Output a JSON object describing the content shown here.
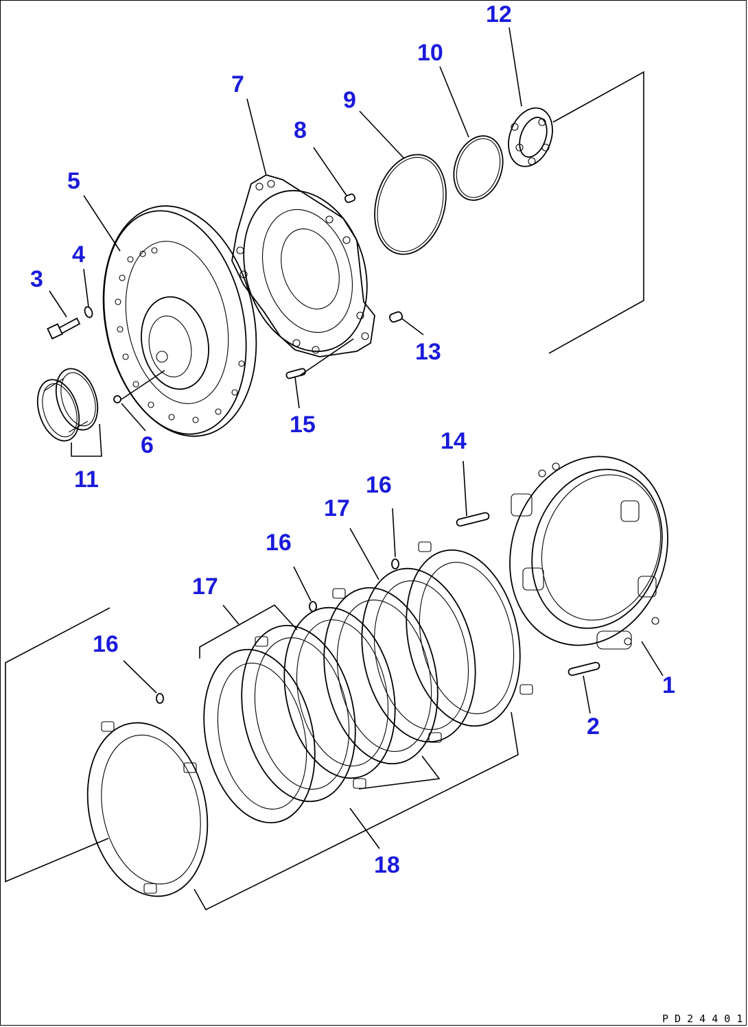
{
  "diagram": {
    "callout_color": "#1a1adb",
    "line_color": "#000000",
    "callouts": {
      "c1": "1",
      "c2": "2",
      "c3": "3",
      "c4": "4",
      "c5": "5",
      "c6": "6",
      "c7": "7",
      "c8": "8",
      "c9": "9",
      "c10": "10",
      "c11": "11",
      "c12": "12",
      "c13": "13",
      "c14": "14",
      "c15": "15",
      "c16a": "16",
      "c16b": "16",
      "c16c": "16",
      "c17a": "17",
      "c17b": "17",
      "c18": "18"
    },
    "drawing_code": "P D 2 4 4 0 1"
  }
}
